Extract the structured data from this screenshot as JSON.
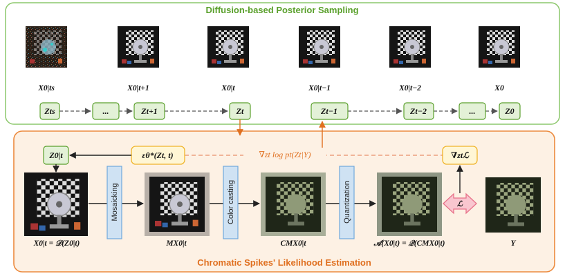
{
  "top_panel": {
    "title": "Diffusion-based Posterior Sampling",
    "title_color": "#5aa02c",
    "border_color": "#8cc76b"
  },
  "bottom_panel": {
    "title": "Chromatic Spikes' Likelihood Estimation",
    "title_color": "#e07020",
    "border_color": "#ec8a3e",
    "fill": "#fdf1e4"
  },
  "top_images": [
    {
      "caption": "X0|ts",
      "style": "noisy-fan-checkerboard"
    },
    {
      "caption": "X0|t+1",
      "style": "fan-checkerboard"
    },
    {
      "caption": "X0|t",
      "style": "fan-checkerboard"
    },
    {
      "caption": "X0|t−1",
      "style": "fan-checkerboard"
    },
    {
      "caption": "X0|t−2",
      "style": "fan-checkerboard"
    },
    {
      "caption": "X0",
      "style": "fan-checkerboard"
    }
  ],
  "chain_nodes": [
    "Zts",
    "...",
    "Zt+1",
    "Zt",
    "Zt−1",
    "Zt−2",
    "...",
    "Z0"
  ],
  "node_fill": "#e3f1d7",
  "node_border": "#5aa02c",
  "guidance_formula": "∇zt log pt(Zt|Y)",
  "epsilon_box": "εθ*(Zt, t)",
  "grad_box": "∇ztℒ",
  "loss_symbol": "ℒ",
  "z0t_box": "Z0|t",
  "op_bars": [
    "Mosaicking",
    "Color casting",
    "Quantization"
  ],
  "op_bar_fill": "#cfe2f3",
  "op_bar_border": "#6fa8dc",
  "pipeline_captions": [
    "X0|t = 𝒟(Z0|t)",
    "MX0|t",
    "CMX0|t",
    "𝒜(X0|t) = 𝒬(CMX0|t)",
    "Y"
  ],
  "yellow_fill": "#fff6d5",
  "yellow_border": "#f0b429",
  "loss_arrow_fill": "#f9c6cf",
  "loss_arrow_border": "#e8728a"
}
